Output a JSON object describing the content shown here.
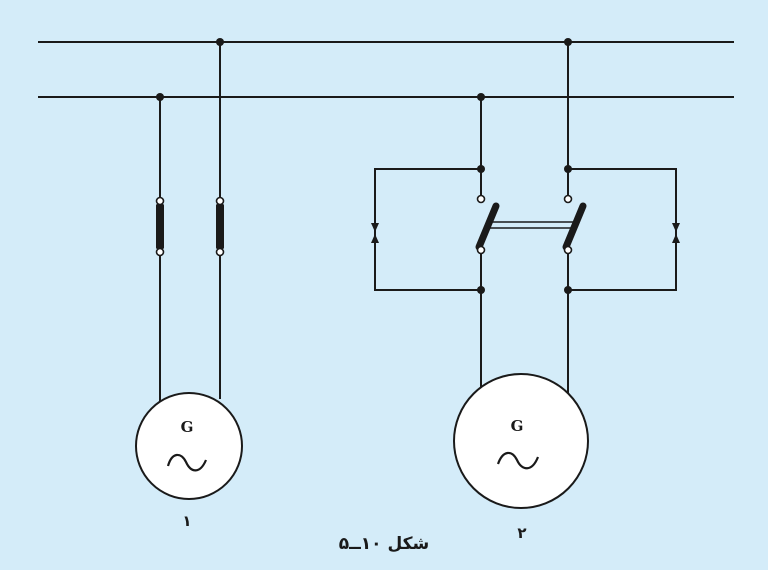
{
  "diagram": {
    "generator_symbol": "G",
    "ac_symbol": "~",
    "generator_1": {
      "number": "۱"
    },
    "generator_2": {
      "number": "۲"
    },
    "caption": "شکل ۱۰ــ۵"
  },
  "colors": {
    "background": "#d4ecf9",
    "line": "#1a1a1a",
    "fill": "#ffffff"
  }
}
